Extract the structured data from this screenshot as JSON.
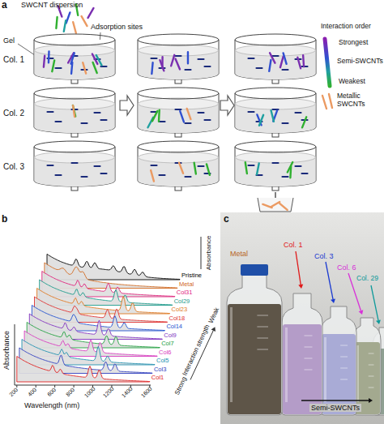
{
  "diagram": {
    "nodes": [
      {
        "text": [
          "Col. 1"
        ]
      },
      {
        "text": [
          "Col. 2"
        ]
      },
      {
        "text": [
          "Col. 3"
        ]
      }
    ],
    "labels": [
      "a",
      "SWCNT dispersion",
      "Adsorption sites",
      "Gel",
      "Interaction order",
      "Strongest",
      "Weakest",
      "b",
      "Absorbance",
      "Absorbance",
      "Pristine",
      "Metal",
      "Col31",
      "Col29",
      "Col23",
      "Col18",
      "Col14",
      "Col9",
      "Col7",
      "Col6",
      "Col5",
      "Col3",
      "Col1",
      "200",
      "400",
      "600",
      "800",
      "1000",
      "1200",
      "1400",
      "1600",
      "Wavelength (nm)",
      "Interaction strength",
      "Strong",
      "Weak",
      "c",
      "Metal",
      "Col. 1",
      "Col. 3",
      "Col. 6",
      "Col. 29",
      "Semi-SWCNTs"
    ],
    "legend": [
      {
        "text": "Semi-SWCNTs"
      },
      {
        "text": "Metallic SWCNTs"
      }
    ]
  }
}
